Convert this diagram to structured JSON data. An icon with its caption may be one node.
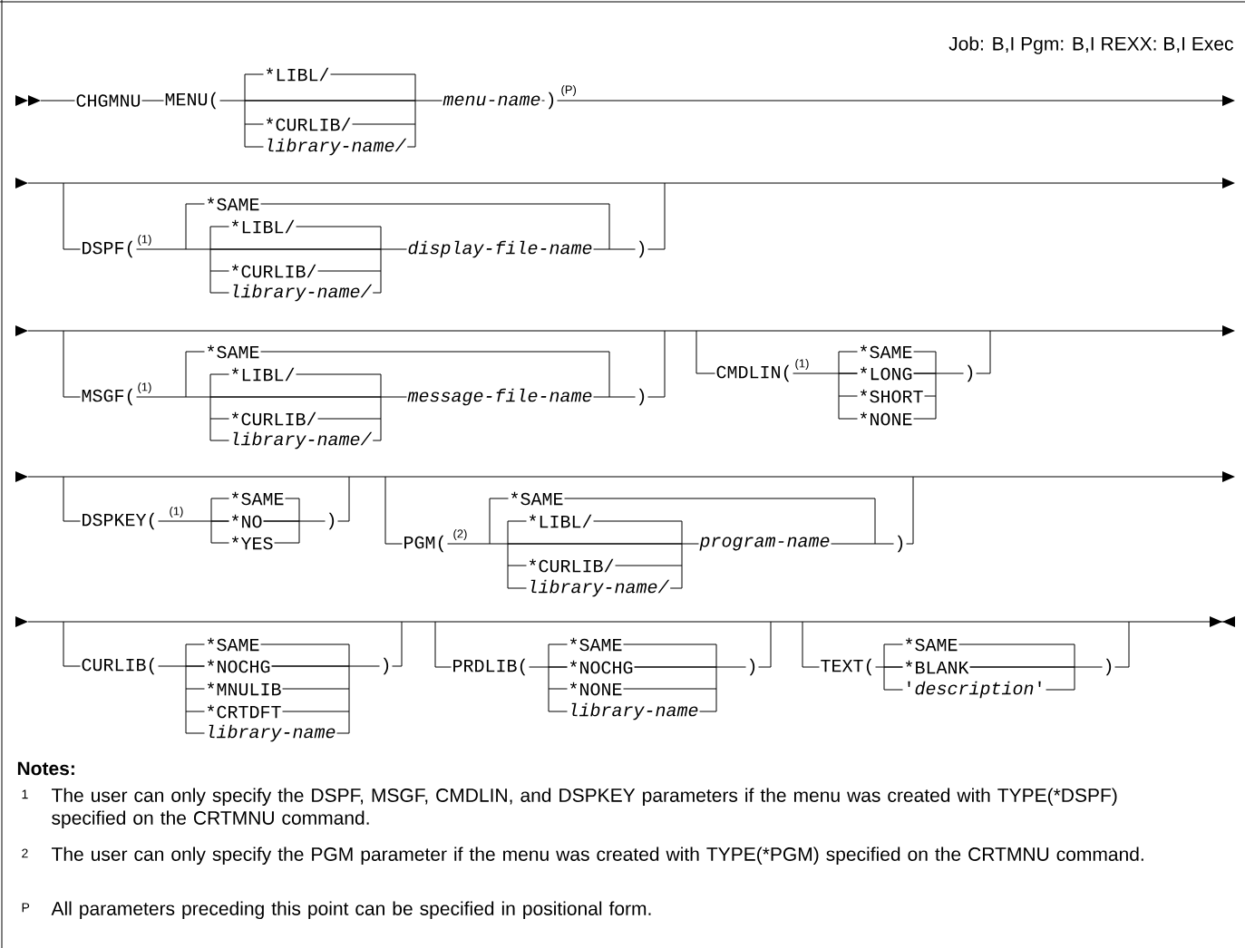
{
  "diagram": {
    "labels": [
      "Job: B,I  Pgm: B,I  REXX: B,I  Exec",
      "CHGMNU",
      "MENU(",
      "*LIBL/",
      "*menu-name*",
      ")",
      "(P)",
      "*CURLIB/",
      "*library-name/*",
      "*SAME",
      "DSPF(",
      "(1)",
      "*LIBL/",
      "*display-file-name*",
      ")",
      "*CURLIB/",
      "*library-name/*",
      "*SAME",
      "MSGF(",
      "(1)",
      "*LIBL/",
      "*message-file-name*",
      ")",
      "*CURLIB/",
      "*library-name/*",
      "CMDLIN(",
      "(1)",
      "*SAME",
      "*LONG",
      "*SHORT",
      "*NONE",
      ")",
      "DSPKEY(",
      "(1)",
      "*SAME",
      "*NO",
      "*YES",
      ")",
      "PGM(",
      "(2)",
      "*SAME",
      "*LIBL/",
      "*program-name*",
      ")",
      "*CURLIB/",
      "*library-name/*",
      "CURLIB(",
      "*SAME",
      "*NOCHG",
      "*MNULIB",
      "*CRTDFT",
      "*library-name*",
      ")",
      "PRDLIB(",
      "*SAME",
      "*NOCHG",
      "*NONE",
      "*library-name*",
      ")",
      "TEXT(",
      "*SAME",
      "*BLANK",
      "'*description*'",
      ")",
      "Notes:",
      "1",
      "The user can only specify the DSPF, MSGF, CMDLIN, and DSPKEY parameters if the menu was created with TYPE(*DSPF) specified on the CRTMNU command.",
      "2",
      "The user can only specify the PGM parameter if the menu was created with TYPE(*PGM) specified on the CRTMNU command.",
      "P",
      "All parameters preceding this point can be specified in positional form."
    ]
  }
}
